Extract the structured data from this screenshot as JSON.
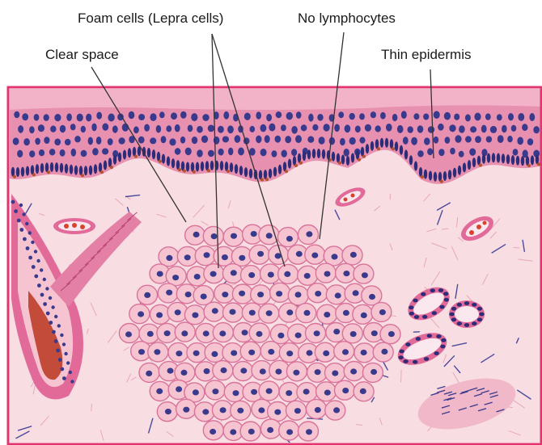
{
  "labels": {
    "foam_cells": "Foam cells (Lepra cells)",
    "no_lymphocytes": "No lymphocytes",
    "clear_space": "Clear space",
    "thin_epidermis": "Thin epidermis"
  },
  "colors": {
    "background": "#ffffff",
    "dermis": "#f8dde3",
    "epidermis": "#e890b0",
    "nucleus": "#3a3a8c",
    "basal_nucleus": "#2c2c78",
    "foam_cell": "#f6c3d1",
    "foam_cell_edge": "#d9739a",
    "vessel": "#e26a98",
    "frame": "#e0356f",
    "rbc": "#d8432e",
    "leader_line": "#333333"
  }
}
